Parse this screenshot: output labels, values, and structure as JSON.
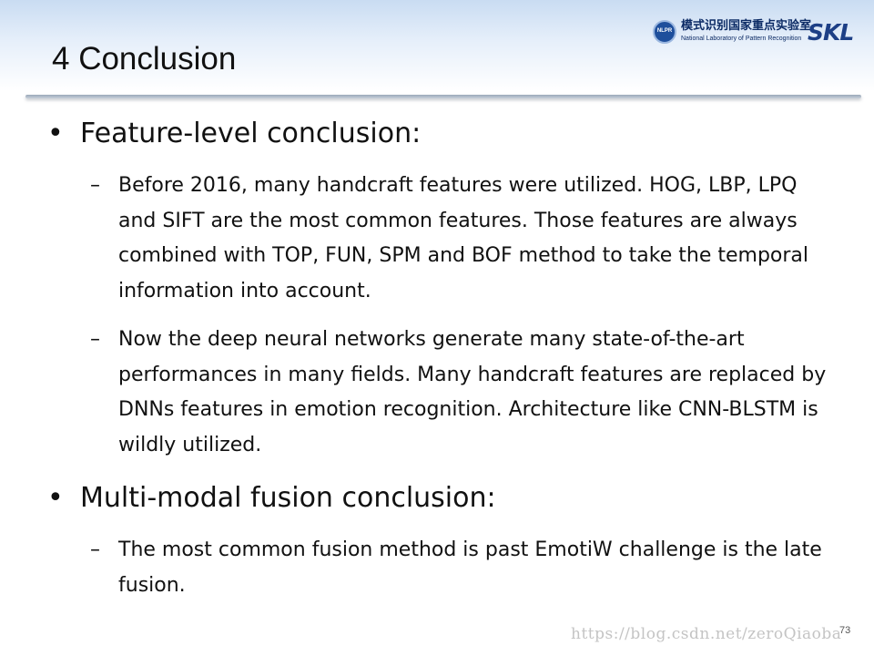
{
  "slide": {
    "title": "4 Conclusion",
    "page_number": "73"
  },
  "logo": {
    "cn": "模式识别国家重点实验室",
    "en": "National Laboratory of Pattern Recognition",
    "abbr": "SKL",
    "seal": "NLPR"
  },
  "bullets": [
    {
      "symbol": "•",
      "text": "Feature-level conclusion:",
      "sub": [
        {
          "symbol": "–",
          "text": "Before 2016, many handcraft features were utilized. HOG, LBP, LPQ and SIFT are the most common features. Those features are always combined with TOP, FUN, SPM and BOF method to take the temporal information into account."
        },
        {
          "symbol": "–",
          "text": "Now the deep neural networks generate many state-of-the-art performances in many fields. Many handcraft features are replaced by DNNs features in emotion recognition. Architecture like CNN-BLSTM is wildly utilized."
        }
      ]
    },
    {
      "symbol": "•",
      "text": "Multi-modal fusion conclusion:",
      "sub": [
        {
          "symbol": "–",
          "text": "The most common fusion method is past EmotiW challenge is the late fusion."
        }
      ]
    }
  ],
  "watermark": "https://blog.csdn.net/zeroQiaoba",
  "colors": {
    "header_gradient_top": "#c9dcf2",
    "text": "#111111",
    "logo_blue": "#1d3f86"
  }
}
